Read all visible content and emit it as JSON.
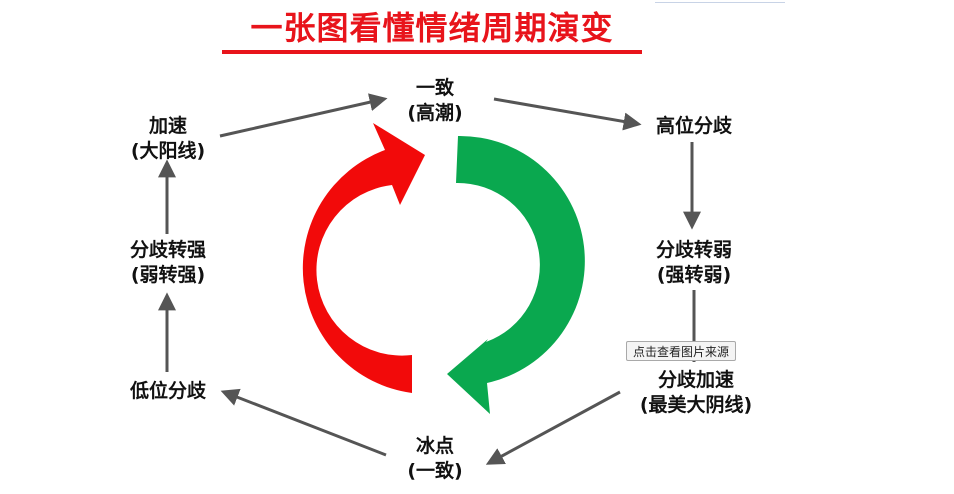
{
  "title": "一张图看懂情绪周期演变",
  "tooltip": "点击查看图片来源",
  "colors": {
    "title": "#e8141b",
    "red_arrow": "#f20a0a",
    "green_arrow": "#0aa84f",
    "connector": "#555555"
  },
  "nodes": {
    "top": {
      "line1": "一致",
      "line2": "(高潮)"
    },
    "high_split": {
      "line1": "高位分歧"
    },
    "weaken": {
      "line1": "分歧转弱",
      "line2": "(强转弱)"
    },
    "accelerate_r": {
      "line1": "分歧加速",
      "line2": "(最美大阴线)"
    },
    "freeze": {
      "line1": "冰点",
      "line2": "(一致)"
    },
    "low_split": {
      "line1": "低位分歧"
    },
    "strengthen": {
      "line1": "分歧转强",
      "line2": "(弱转强)"
    },
    "accelerate_l": {
      "line1": "加速",
      "line2": "(大阳线)"
    }
  }
}
